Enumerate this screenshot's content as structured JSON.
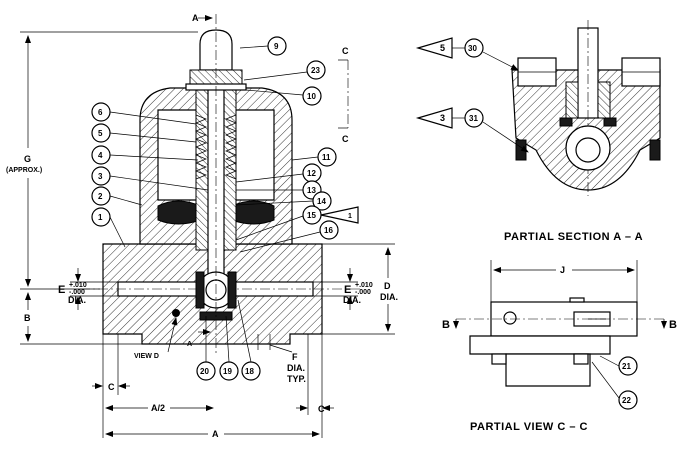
{
  "labels": {
    "A_top": "A",
    "A_bottom": "A",
    "C_top": "C",
    "C_bottom": "C",
    "B_left_dim": "B",
    "B_section_left": "B",
    "B_section_right": "B",
    "G_dim": "G",
    "G_approx": "(APPROX.)",
    "E_left": "E",
    "E_right": "E",
    "E_tol_plus_left": "+.010",
    "E_tol_minus_left": "-.000",
    "E_tol_plus_right": "+.010",
    "E_tol_minus_right": "-.000",
    "dia_left": "DIA.",
    "dia_right": "DIA.",
    "D_dim": "D",
    "D_dia": "DIA.",
    "C_left_dim": "C",
    "C_right_dim": "C",
    "A_half": "A/2",
    "A_full": "A",
    "F_dim": "F",
    "F_dia": "DIA.",
    "F_typ": "TYP.",
    "view_d": "VIEW D",
    "D_arrow": "D",
    "J_dim": "J",
    "flag_1": "1",
    "flag_3": "3",
    "flag_5": "5"
  },
  "titles": {
    "section_a": "PARTIAL SECTION A – A",
    "view_c": "PARTIAL VIEW  C – C"
  },
  "balloons": [
    "1",
    "2",
    "3",
    "4",
    "5",
    "6",
    "9",
    "10",
    "11",
    "12",
    "13",
    "14",
    "15",
    "16",
    "18",
    "19",
    "20",
    "21",
    "22",
    "23",
    "30",
    "31"
  ]
}
